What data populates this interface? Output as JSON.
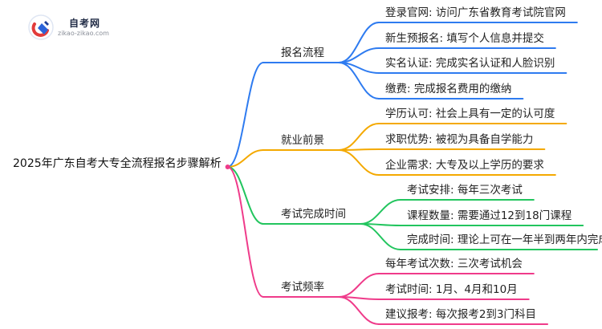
{
  "logo": {
    "title": "自考网",
    "url": "zikao-zikao.com"
  },
  "root": "2025年广东自考大专全流程报名步骤解析",
  "branches": [
    {
      "label": "报名流程",
      "color": "#2e7bf0",
      "children": [
        "登录官网: 访问广东省教育考试院官网",
        "新生预报名: 填写个人信息并提交",
        "实名认证: 完成实名认证和人脸识别",
        "缴费: 完成报名费用的缴纳"
      ]
    },
    {
      "label": "就业前景",
      "color": "#f4a900",
      "children": [
        "学历认可: 社会上具有一定的认可度",
        "求职优势: 被视为具备自学能力",
        "企业需求: 大专及以上学历的要求"
      ]
    },
    {
      "label": "考试完成时间",
      "color": "#22c55e",
      "children": [
        "考试安排: 每年三次考试",
        "课程数量: 需要通过12到18门课程",
        "完成时间: 理论上可在一年半到两年内完成"
      ]
    },
    {
      "label": "考试频率",
      "color": "#ef3b8a",
      "children": [
        "每年考试次数: 三次考试机会",
        "考试时间: 1月、4月和10月",
        "建议报考: 每次报考2到3门科目"
      ]
    }
  ]
}
